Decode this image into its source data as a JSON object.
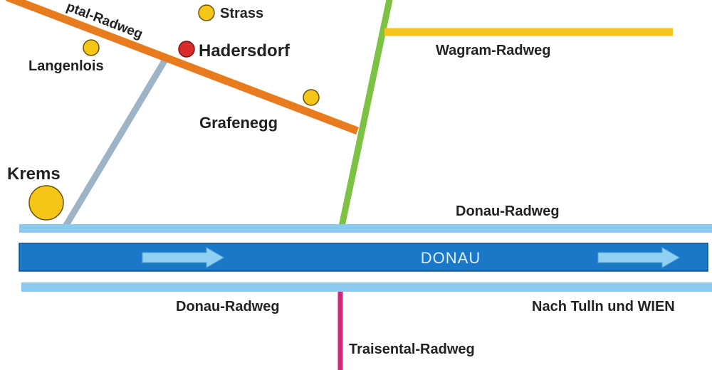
{
  "colors": {
    "kamptal_route": "#e87b1e",
    "wagram_route": "#f6c21c",
    "green_route": "#7dc243",
    "krems_link": "#9db3c6",
    "donau_radweg": "#8cc9ee",
    "river": "#1b78c8",
    "river_arrow": "#8fd0f3",
    "traisental_route": "#d4237a",
    "town_dot": "#f5c518",
    "highlight_dot": "#d92b2b",
    "highlight_text": "#c4285c",
    "river_text": "#dcefff"
  },
  "routes": {
    "kamptal": "ptal-Radweg",
    "wagram": "Wagram-Radweg",
    "donau_north": "Donau-Radweg",
    "donau_south": "Donau-Radweg",
    "traisental": "Traisental-Radweg",
    "destination": "Nach Tulln und WIEN"
  },
  "river": {
    "name": "DONAU"
  },
  "towns": {
    "strass": "Strass",
    "hadersdorf": "Hadersdorf",
    "langenlois": "Langenlois",
    "grafenegg": "Grafenegg",
    "krems": "Krems"
  }
}
